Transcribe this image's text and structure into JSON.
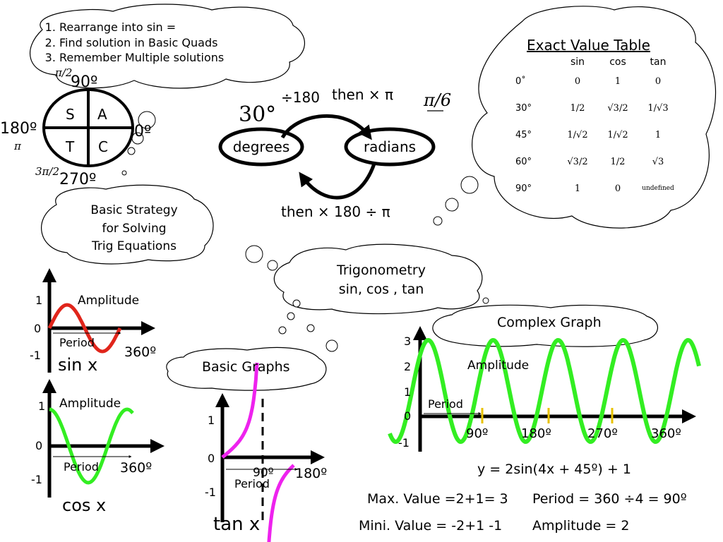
{
  "steps": [
    "Rearrange into sin =",
    "Find solution in Basic Quads",
    "Remember Multiple solutions"
  ],
  "cast": {
    "top_angle": "90º",
    "top_radian": "π/2",
    "left_angle": "180º",
    "left_radian": "π",
    "right_angle": "0º",
    "bottom_angle": "270º",
    "bottom_radian": "3π/2",
    "quadrants": [
      "S",
      "A",
      "T",
      "C"
    ]
  },
  "conversion": {
    "example_degrees": "30°",
    "example_radians": "π/6",
    "degrees_label": "degrees",
    "radians_label": "radians",
    "to_radians_divide": "÷180",
    "to_radians_then": "then ×  π",
    "to_degrees": "then × 180 ÷ π"
  },
  "exact_table": {
    "title": "Exact Value Table",
    "columns": [
      "sin",
      "cos",
      "tan"
    ],
    "rows": [
      {
        "angle": "0˚",
        "sin": "0",
        "cos": "1",
        "tan": "0"
      },
      {
        "angle": "30°",
        "sin": "1/2",
        "cos": "√3/2",
        "tan": "1/√3"
      },
      {
        "angle": "45°",
        "sin": "1/√2",
        "cos": "1/√2",
        "tan": "1"
      },
      {
        "angle": "60°",
        "sin": "√3/2",
        "cos": "1/2",
        "tan": "√3"
      },
      {
        "angle": "90°",
        "sin": "1",
        "cos": "0",
        "tan": "undefined"
      }
    ]
  },
  "strategy": [
    "Basic Strategy",
    "for Solving",
    "Trig Equations"
  ],
  "center": [
    "Trigonometry",
    "sin, cos , tan"
  ],
  "basic_graphs_label": "Basic Graphs",
  "complex_graph_label": "Complex Graph",
  "sin_graph": {
    "y_ticks": [
      "1",
      "0",
      "-1"
    ],
    "amplitude": "Amplitude",
    "period": "Period",
    "x_end": "360º",
    "name": "sin x"
  },
  "cos_graph": {
    "y_ticks": [
      "1",
      "0",
      "-1"
    ],
    "amplitude": "Amplitude",
    "period": "Period",
    "x_end": "360º",
    "name": "cos x"
  },
  "tan_graph": {
    "y_ticks": [
      "1",
      "0",
      "-1"
    ],
    "x_ticks": [
      "90º",
      "180º"
    ],
    "period": "Period",
    "name": "tan x"
  },
  "complex_graph": {
    "y_ticks": [
      "3",
      "2",
      "1",
      "0",
      "-1"
    ],
    "x_ticks": [
      "90º",
      "180º",
      "270º",
      "360º"
    ],
    "amplitude": "Amplitude",
    "period": "Period",
    "equation": "y = 2sin(4x + 45º) + 1",
    "max": "Max. Value =2+1= 3",
    "min": "Mini. Value = -2+1 -1",
    "period_formula": "Period = 360 ÷4 = 90º",
    "amplitude_formula": "Amplitude = 2"
  },
  "colors": {
    "sin": "#e0251b",
    "cos": "#33ee22",
    "tan": "#ee22ee",
    "ink": "#000000"
  }
}
